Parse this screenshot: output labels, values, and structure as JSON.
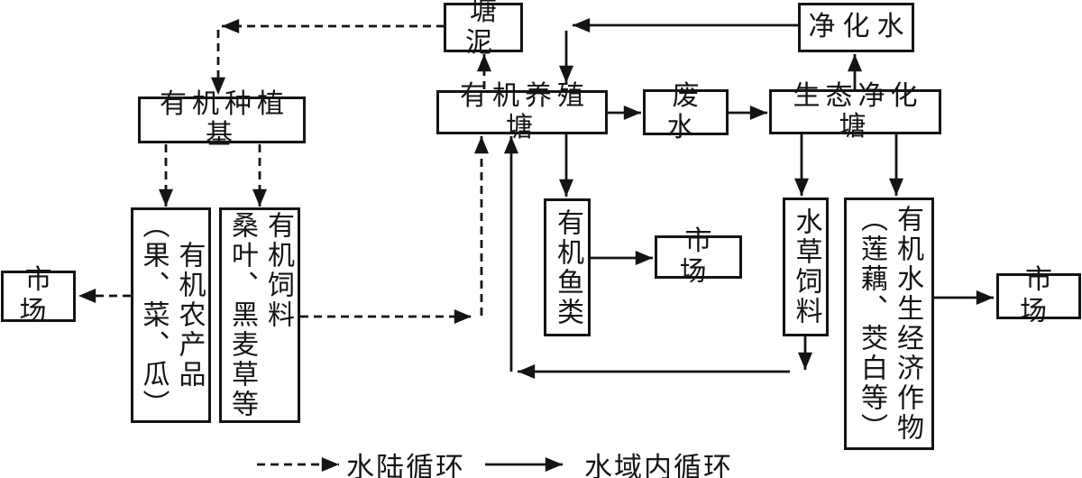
{
  "nodes": {
    "tangni": "塘泥",
    "jinghuashui": "净化水",
    "zhongzhiji": "有机种植基",
    "yangzhitang": "有机养殖塘",
    "feishui": "废水",
    "jinghuatang": "生态净化塘",
    "market_left": "市场",
    "market_mid": "市场",
    "market_right": "市场",
    "nongchanpin": "有机农产品\n（果、菜、瓜）",
    "siliao": "有机饲料\n桑叶、黑麦草等",
    "yulei": "有机鱼类",
    "shuicao": "水草饲料",
    "shuisheng": "有机水生经济作物\n（莲藕、茭白等）"
  },
  "legend": {
    "dashed_label": "水陆循环",
    "solid_label": "水域内循环"
  },
  "edges": [
    {
      "from": "塘泥",
      "to": "有机种植基",
      "style": "dashed"
    },
    {
      "from": "有机种植基",
      "to": "有机农产品（果、菜、瓜）",
      "style": "dashed"
    },
    {
      "from": "有机种植基",
      "to": "有机饲料（桑叶、黑麦草等）",
      "style": "dashed"
    },
    {
      "from": "有机农产品（果、菜、瓜）",
      "to": "市场",
      "style": "dashed"
    },
    {
      "from": "有机饲料（桑叶、黑麦草等）",
      "to": "有机养殖塘",
      "style": "dashed"
    },
    {
      "from": "有机养殖塘",
      "to": "塘泥",
      "style": "dashed"
    },
    {
      "from": "净化水",
      "to": "有机养殖塘",
      "style": "solid"
    },
    {
      "from": "有机养殖塘",
      "to": "废水",
      "style": "solid"
    },
    {
      "from": "废水",
      "to": "生态净化塘",
      "style": "solid"
    },
    {
      "from": "生态净化塘",
      "to": "净化水",
      "style": "solid"
    },
    {
      "from": "有机养殖塘",
      "to": "有机鱼类",
      "style": "solid"
    },
    {
      "from": "有机鱼类",
      "to": "市场",
      "style": "solid"
    },
    {
      "from": "生态净化塘",
      "to": "水草饲料",
      "style": "solid"
    },
    {
      "from": "生态净化塘",
      "to": "有机水生经济作物（莲藕、茭白等）",
      "style": "solid"
    },
    {
      "from": "水草饲料",
      "to": "有机养殖塘",
      "style": "solid"
    },
    {
      "from": "有机水生经济作物（莲藕、茭白等）",
      "to": "市场",
      "style": "solid"
    }
  ],
  "colors": {
    "line": "#141414",
    "background": "#ffffff"
  }
}
